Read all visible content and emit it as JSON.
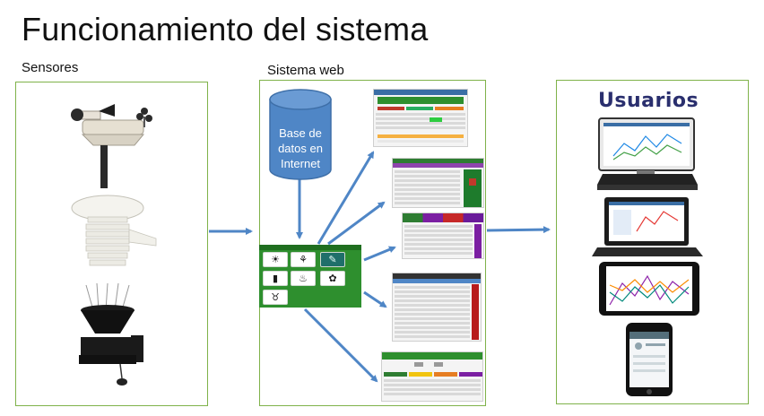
{
  "title": "Funcionamiento del sistema",
  "sections": {
    "sensores": "Sensores",
    "sistema_web": "Sistema web",
    "usuarios": "Usuarios"
  },
  "database": {
    "line1": "Base de",
    "line2": "datos en",
    "line3": "Internet"
  },
  "colors": {
    "panel_border": "#7fb24a",
    "arrow": "#4f86c6",
    "db_fill": "#4f86c6",
    "dashboard_green": "#2e8f2e",
    "users_label": "#2a2f6e"
  },
  "dashboard_icons": [
    "sun-icon",
    "seedling-icon",
    "leaf-teal-icon",
    "signal-bars-icon",
    "flame-icon",
    "sprout-icon",
    "bull-icon"
  ]
}
